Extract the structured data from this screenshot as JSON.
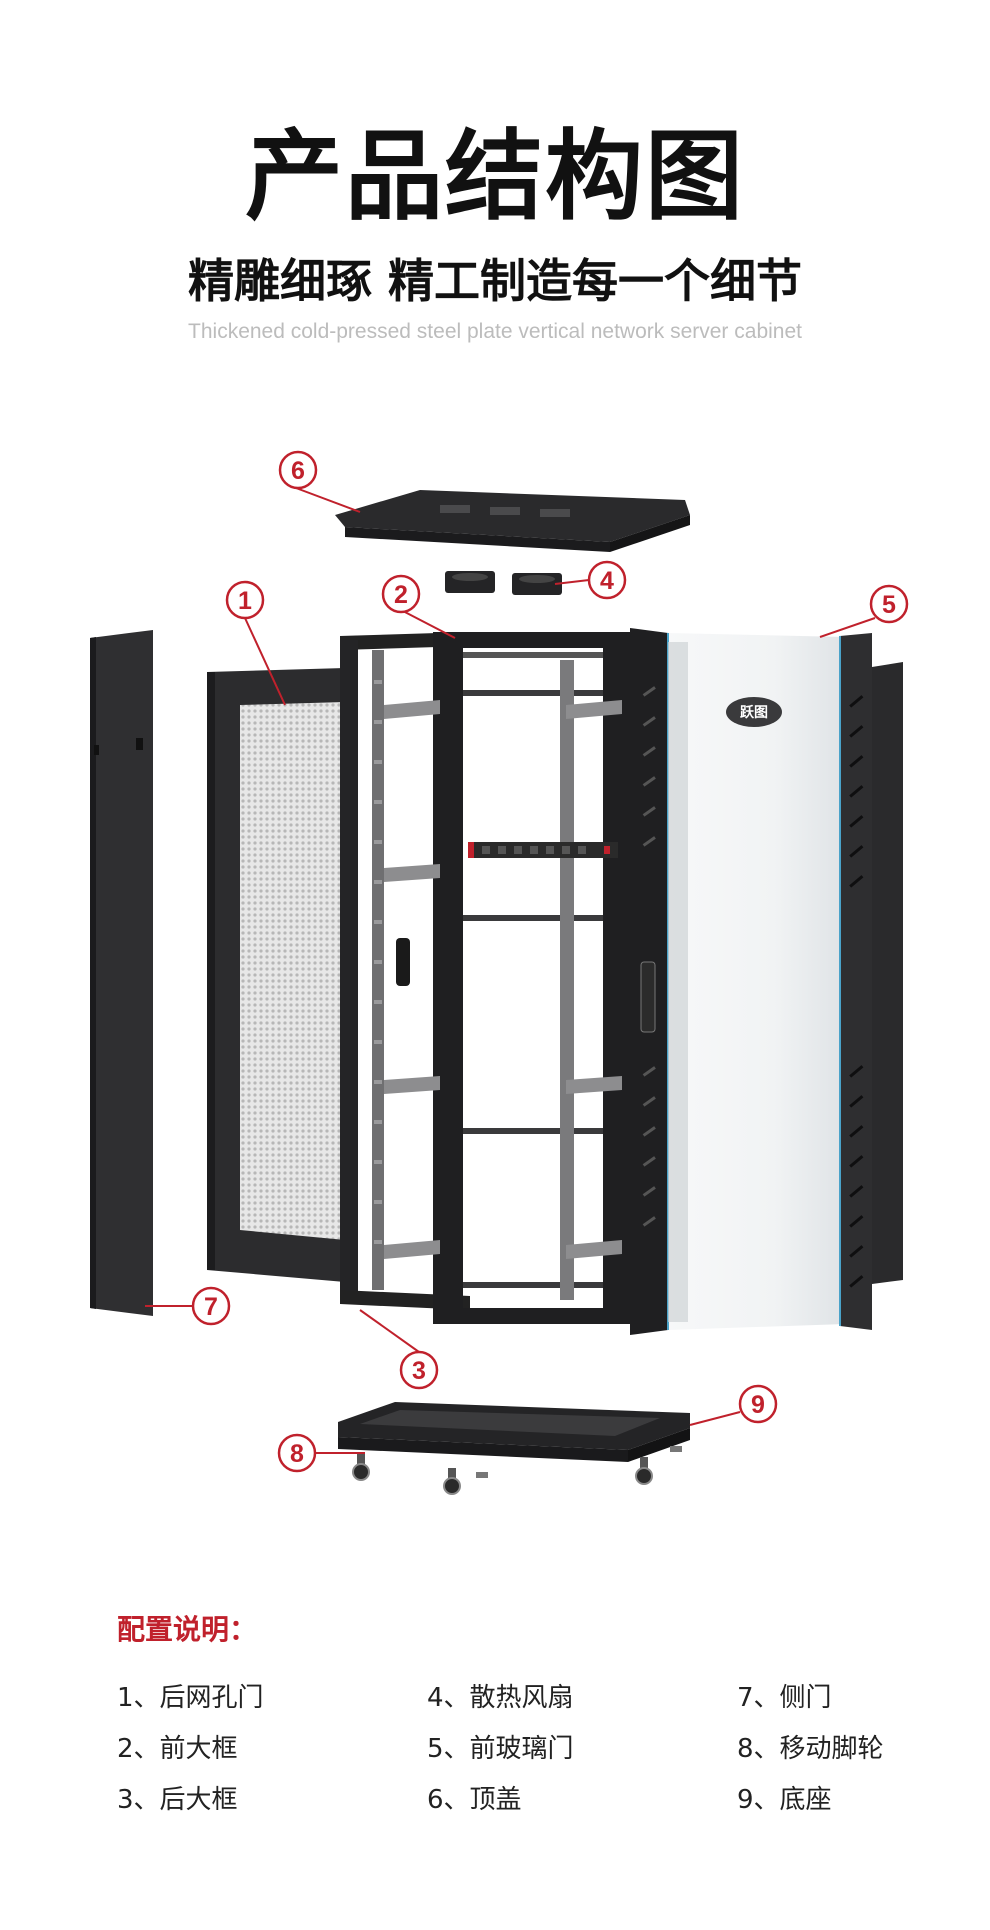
{
  "header": {
    "title": "产品结构图",
    "subtitle": "精雕细琢 精工制造每一个细节",
    "subtitle_en": "Thickened cold-pressed steel plate vertical network server cabinet"
  },
  "diagram": {
    "logo_text": "跃图",
    "callouts": [
      {
        "label": "1"
      },
      {
        "label": "2"
      },
      {
        "label": "3"
      },
      {
        "label": "4"
      },
      {
        "label": "5"
      },
      {
        "label": "6"
      },
      {
        "label": "7"
      },
      {
        "label": "8"
      },
      {
        "label": "9"
      }
    ]
  },
  "config": {
    "heading": "配置说明：",
    "items": [
      "1、后网孔门",
      "4、散热风扇",
      "7、侧门",
      "2、前大框",
      "5、前玻璃门",
      "8、移动脚轮",
      "3、后大框",
      "6、顶盖",
      "9、底座"
    ]
  },
  "colors": {
    "accent": "#c0212c",
    "panel": "#2e2e30",
    "frame": "#1f1f21",
    "glass": "#eef1f3"
  },
  "icons": {
    "callout": "numbered-circle-callout"
  }
}
